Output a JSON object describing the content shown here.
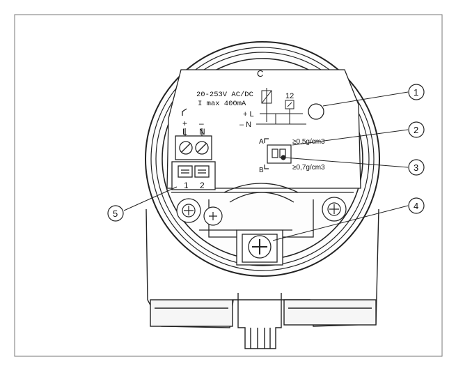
{
  "diagram": {
    "module_label": "C",
    "voltage_label": "20-253V AC/DC",
    "current_label": "I max 400mA",
    "terminal_left": "L",
    "terminal_right": "N",
    "plus_sign": "+",
    "minus_sign": "–",
    "line_label": "+ L",
    "neutral_label": "– N",
    "relay_terminals": "12",
    "switch_a_label": "A",
    "switch_b_label": "B",
    "density_high": "≥0,5g/cm3",
    "density_low": "≥0,7g/cm3",
    "bottom_terminal_1": "1",
    "bottom_terminal_2": "2",
    "callouts": [
      "1",
      "2",
      "3",
      "4",
      "5"
    ]
  }
}
